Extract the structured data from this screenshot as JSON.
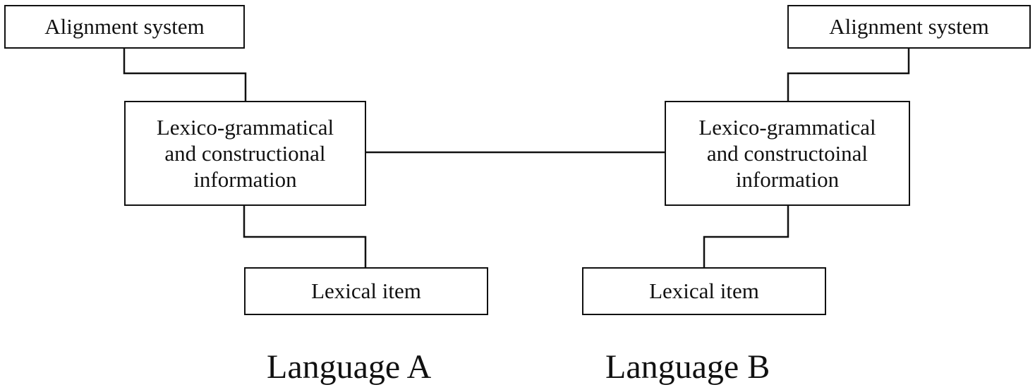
{
  "language_a": {
    "alignment_system": "Alignment system",
    "info_lines": [
      "Lexico-grammatical",
      "and constructional",
      "information"
    ],
    "lexical_item": "Lexical item",
    "label": "Language A"
  },
  "language_b": {
    "alignment_system": "Alignment system",
    "info_lines": [
      "Lexico-grammatical",
      "and constructoinal",
      "information"
    ],
    "lexical_item": "Lexical item",
    "label": "Language B"
  }
}
